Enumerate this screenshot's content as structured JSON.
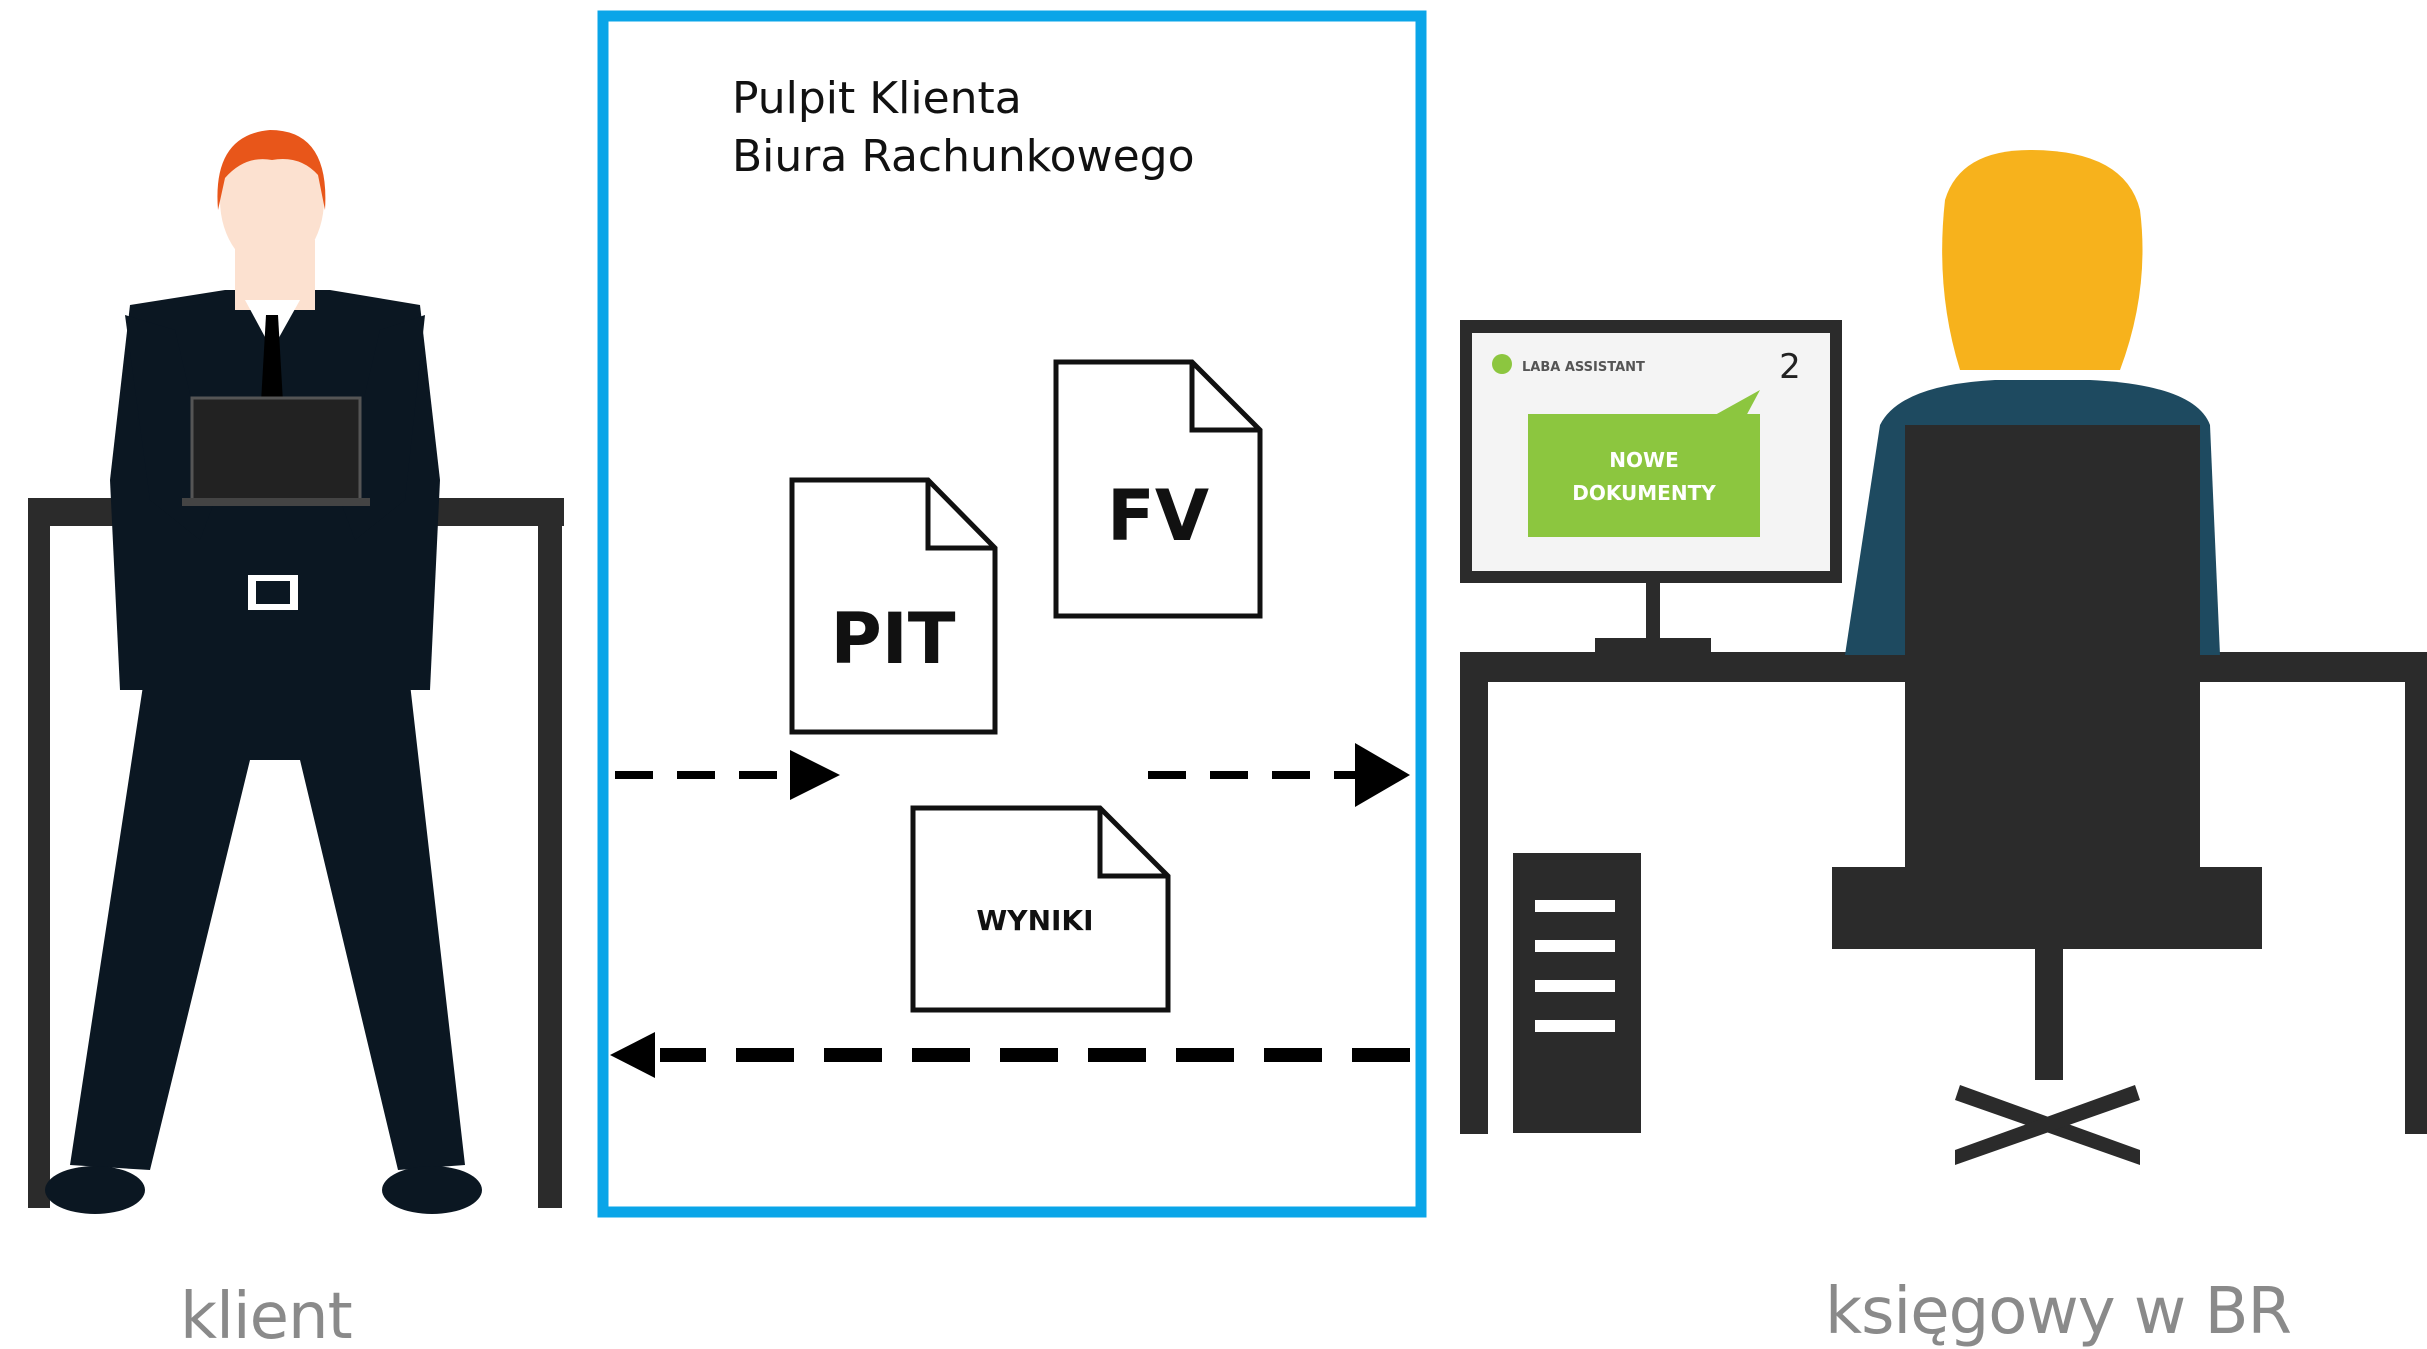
{
  "panel": {
    "title_line1": "Pulpit Klienta",
    "title_line2": "Biura Rachunkowego",
    "border_color": "#0aa5e8"
  },
  "documents": {
    "pit": "PIT",
    "fv": "FV",
    "wyniki": "WYNIKI"
  },
  "monitor": {
    "logo_text": "LABA ASSISTANT",
    "badge_count": "2",
    "notice_line1": "NOWE",
    "notice_line2": "DOKUMENTY",
    "notice_color": "#8cc63f"
  },
  "captions": {
    "client": "klient",
    "accountant": "księgowy w BR"
  },
  "colors": {
    "suit": "#0b1722",
    "client_hair": "#e8561a",
    "accountant_hair": "#f7b21c",
    "accountant_shirt": "#1e4a60",
    "furniture": "#2b2b2b"
  }
}
